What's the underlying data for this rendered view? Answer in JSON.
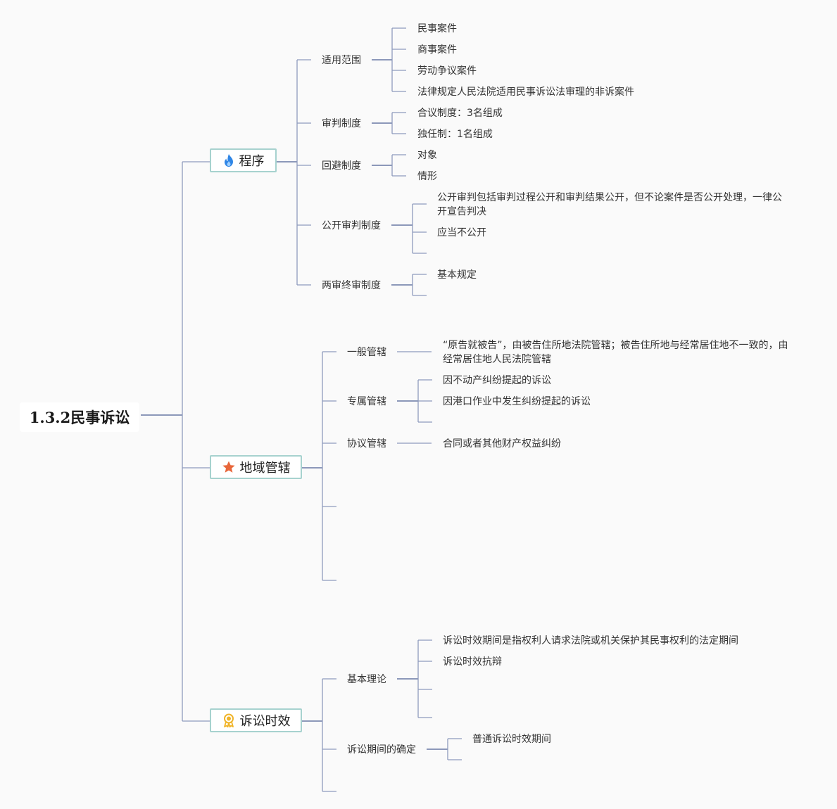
{
  "root": "1.3.2民事诉讼",
  "branches": [
    {
      "label": "程序",
      "icon": "flame-icon"
    },
    {
      "label": "地域管辖",
      "icon": "star-icon"
    },
    {
      "label": "诉讼时效",
      "icon": "award-ribbon-icon"
    }
  ],
  "program": {
    "scope": {
      "label": "适用范围",
      "items": [
        "民事案件",
        "商事案件",
        "劳动争议案件",
        "法律规定人民法院适用民事诉讼法审理的非诉案件"
      ]
    },
    "trial": {
      "label": "审判制度",
      "items": [
        "合议制度：3名组成",
        "独任制：1名组成"
      ]
    },
    "recusal": {
      "label": "回避制度",
      "items": [
        "对象",
        "情形"
      ]
    },
    "public": {
      "label": "公开审判制度",
      "items": [
        "公开审判包括审判过程公开和审判结果公开，但不论案件是否公开处理，一律公开宣告判决",
        "应当不公开"
      ]
    },
    "two_trial": {
      "label": "两审终审制度",
      "items": [
        "基本规定"
      ]
    }
  },
  "jurisdiction": {
    "general": {
      "label": "一般管辖",
      "items": [
        "“原告就被告”，由被告住所地法院管辖；被告住所地与经常居住地不一致的，由经常居住地人民法院管辖"
      ]
    },
    "exclusive": {
      "label": "专属管辖",
      "items": [
        "因不动产纠纷提起的诉讼",
        "因港口作业中发生纠纷提起的诉讼"
      ]
    },
    "agreement": {
      "label": "协议管辖",
      "items": [
        "合同或者其他财产权益纠纷"
      ]
    }
  },
  "limitation": {
    "theory": {
      "label": "基本理论",
      "items": [
        "诉讼时效期间是指权利人请求法院或机关保护其民事权利的法定期间",
        "诉讼时效抗辩"
      ]
    },
    "period": {
      "label": "诉讼期间的确定",
      "items": [
        "普通诉讼时效期间"
      ]
    }
  },
  "colors": {
    "line": "#8e9bbd",
    "line_dark": "#4a5d92",
    "box_border": "#a7d2cf",
    "flame": "#2f86e6",
    "star": "#e8663a",
    "award": "#f0b429"
  }
}
